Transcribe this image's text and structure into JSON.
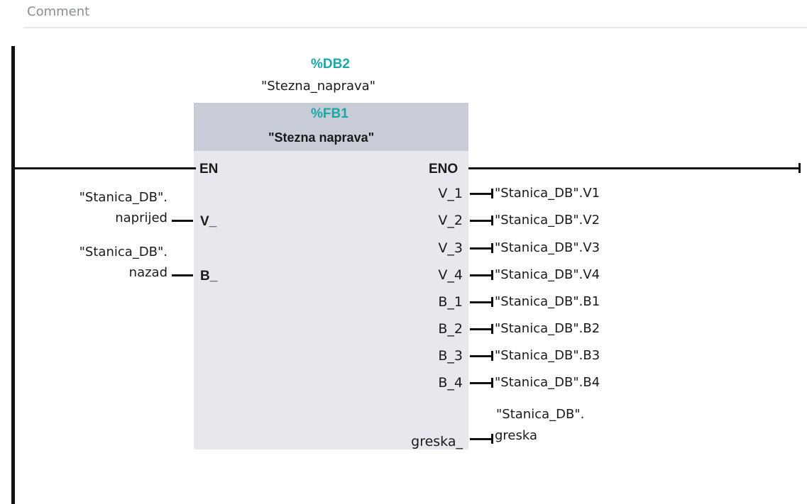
{
  "comment": {
    "placeholder": "Comment"
  },
  "instance_db": {
    "address": "%DB2",
    "name": "\"Stezna_naprava\""
  },
  "block": {
    "address": "%FB1",
    "name": "\"Stezna naprava\"",
    "en_label": "EN",
    "eno_label": "ENO"
  },
  "inputs": [
    {
      "pin": "V_",
      "operand_line1": "\"Stanica_DB\".",
      "operand_line2": "naprijed"
    },
    {
      "pin": "B_",
      "operand_line1": "\"Stanica_DB\".",
      "operand_line2": "nazad"
    }
  ],
  "outputs": [
    {
      "pin": "V_1",
      "operand": "\"Stanica_DB\".V1"
    },
    {
      "pin": "V_2",
      "operand": "\"Stanica_DB\".V2"
    },
    {
      "pin": "V_3",
      "operand": "\"Stanica_DB\".V3"
    },
    {
      "pin": "V_4",
      "operand": "\"Stanica_DB\".V4"
    },
    {
      "pin": "B_1",
      "operand": "\"Stanica_DB\".B1"
    },
    {
      "pin": "B_2",
      "operand": "\"Stanica_DB\".B2"
    },
    {
      "pin": "B_3",
      "operand": "\"Stanica_DB\".B3"
    },
    {
      "pin": "B_4",
      "operand": "\"Stanica_DB\".B4"
    },
    {
      "pin": "greska_",
      "operand_line1": "\"Stanica_DB\".",
      "operand_line2": "greska"
    }
  ]
}
